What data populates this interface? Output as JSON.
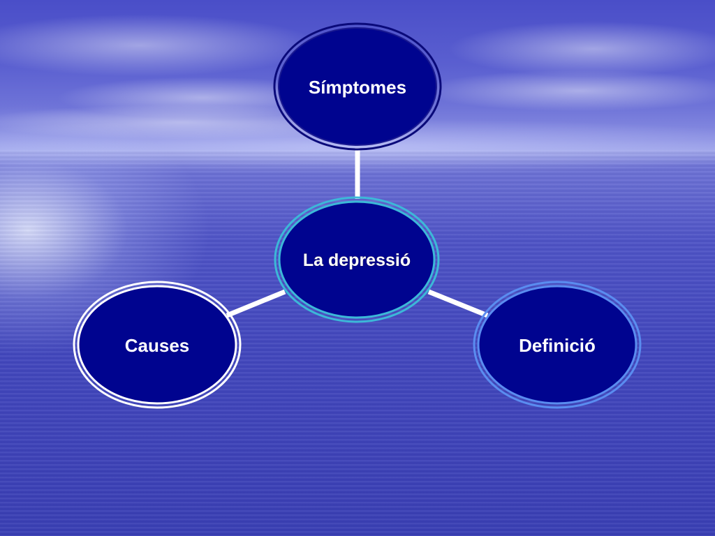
{
  "diagram": {
    "center": {
      "label": "La depressió"
    },
    "nodes": [
      {
        "id": "simptomes",
        "label": "Símptomes"
      },
      {
        "id": "causes",
        "label": "Causes"
      },
      {
        "id": "definicio",
        "label": "Definició"
      }
    ]
  },
  "colors": {
    "node_fill": "#00048f",
    "center_ring": "#3cb8d8",
    "definicio_ring": "#5a8cf0",
    "causes_ring": "#ffffff",
    "simptomes_ring": "#0a0a7a",
    "connector": "#ffffff"
  }
}
